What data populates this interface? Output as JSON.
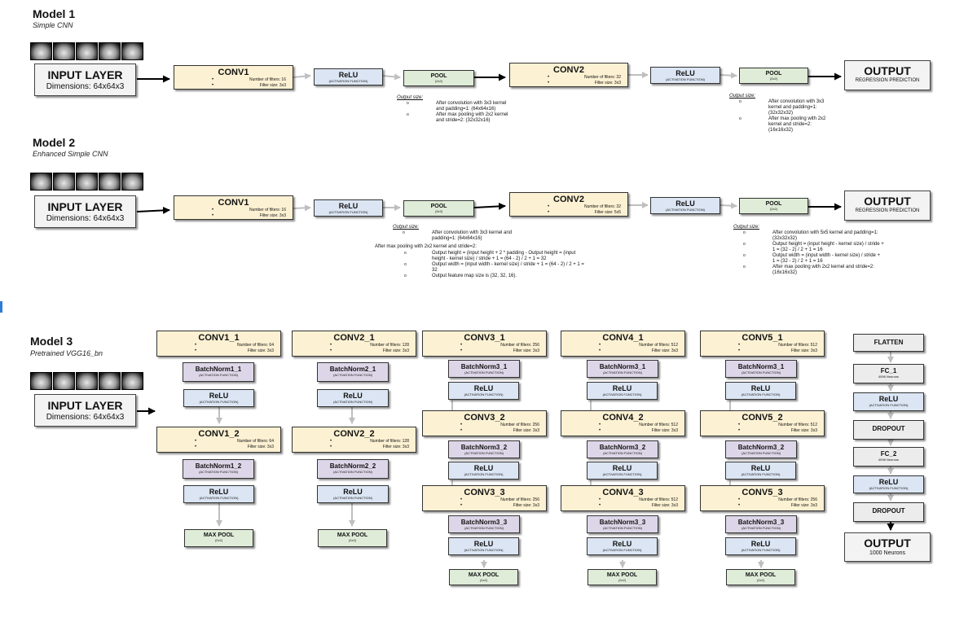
{
  "colors": {
    "conv": "#fcf1d2",
    "relu": "#dbe5f3",
    "batchnorm": "#ddd6e8",
    "pool": "#dfecd8",
    "io": "#f3f3f3",
    "arrow_light": "#bfbfbf",
    "arrow_dark": "#000000"
  },
  "icons": {
    "input_thumbnail": "grayscale-radial-image-icon"
  },
  "input_layer": {
    "title": "INPUT LAYER",
    "dims": "Dimensions: 64x64x3"
  },
  "relu_box": {
    "title": "ReLU",
    "sub": "(ACTIVATION FUNCTION)"
  },
  "model1": {
    "title": "Model 1",
    "subtitle": "Simple CNN",
    "conv1": {
      "title": "CONV1",
      "items": [
        "Number of filters: 16",
        "Filter size: 3x3"
      ]
    },
    "pool1": {
      "title": "POOL",
      "sub": "(2x2)"
    },
    "conv2": {
      "title": "CONV2",
      "items": [
        "Number of filters: 32",
        "Filter size: 3x3"
      ]
    },
    "pool2": {
      "title": "POOL",
      "sub": "(2x2)"
    },
    "output": {
      "title": "OUTPUT",
      "sub": "REGRESSION PREDICTION"
    },
    "note1": {
      "heading": "Output size:",
      "items": [
        "After convolution with 3x3 kernel and padding=1: (64x64x16)",
        "After max pooling with 2x2 kernel and stride=2: (32x32x16)"
      ]
    },
    "note2": {
      "heading": "Output size:",
      "items": [
        "After convolution with 3x3 kernel and padding=1: (32x32x32)",
        "After max pooling with 2x2 kernel and stride=2: (16x16x32)"
      ]
    }
  },
  "model2": {
    "title": "Model 2",
    "subtitle": "Enhanced Simple CNN",
    "conv1": {
      "title": "CONV1",
      "items": [
        "Number of filters: 16",
        "Filter size: 3x3"
      ]
    },
    "pool1": {
      "title": "POOL",
      "sub": "(3x3)"
    },
    "conv2": {
      "title": "CONV2",
      "items": [
        "Number of filters: 32",
        "Filter size: 5x5"
      ]
    },
    "pool2": {
      "title": "POOL",
      "sub": "(2x2)"
    },
    "output": {
      "title": "OUTPUT",
      "sub": "REGRESSION PREDICTION"
    },
    "note1": {
      "heading": "Output size:",
      "items": [
        "After convolution with 3x3 kernel and padding=1: (64x64x16)"
      ],
      "middle": "After max pooling with 2x2 kernel and stride=2:",
      "sub_items": [
        "Output height = (input height + 2 * padding - Output height = (input height - kernel size) / stride + 1 = (64 - 2) / 2 + 1 = 32",
        "Output width = (input width - kernel size) / stride + 1 = (64 - 2) / 2 + 1 = 32",
        "Output feature map size is (32, 32, 16)."
      ]
    },
    "note2": {
      "heading": "Output size:",
      "items": [
        "After convolution with 5x5 kernel and padding=1: (32x32x32)",
        "Output height = (input height - kernel size) / stride + 1 = (32 - 2) / 2 + 1 = 16",
        "Output width = (input width - kernel size) / stride + 1 = (32 - 2) / 2 + 1 = 16",
        "After max pooling with 2x2 kernel and stride=2: (16x16x32)"
      ]
    }
  },
  "model3": {
    "title": "Model 3",
    "subtitle": "Pretrained VGG16_bn",
    "maxpool": {
      "title": "MAX POOL",
      "sub": "(2x2)"
    },
    "blocks": [
      {
        "conv1": {
          "title": "CONV1_1",
          "items": [
            "Number of filters: 64",
            "Filter size: 3x3"
          ]
        },
        "bn1": "BatchNorm1_1",
        "conv2": {
          "title": "CONV1_2",
          "items": [
            "Number of filters: 64",
            "Filter size: 3x3"
          ]
        },
        "bn2": "BatchNorm1_2"
      },
      {
        "conv1": {
          "title": "CONV2_1",
          "items": [
            "Number of filters: 128",
            "Filter size: 3x3"
          ]
        },
        "bn1": "BatchNorm2_1",
        "conv2": {
          "title": "CONV2_2",
          "items": [
            "Number of filters: 128",
            "Filter size: 3x3"
          ]
        },
        "bn2": "BatchNorm2_2"
      },
      {
        "conv1": {
          "title": "CONV3_1",
          "items": [
            "Number of filters: 256",
            "Filter size: 3x3"
          ]
        },
        "bn1": "BatchNorm3_1",
        "conv2": {
          "title": "CONV3_2",
          "items": [
            "Number of filters: 256",
            "Filter size: 3x3"
          ]
        },
        "bn2": "BatchNorm3_2",
        "conv3": {
          "title": "CONV3_3",
          "items": [
            "Number of filters: 256",
            "Filter size: 3x3"
          ]
        },
        "bn3": "BatchNorm3_3"
      },
      {
        "conv1": {
          "title": "CONV4_1",
          "items": [
            "Number of filters: 512",
            "Filter size: 3x3"
          ]
        },
        "bn1": "BatchNorm3_1",
        "conv2": {
          "title": "CONV4_2",
          "items": [
            "Number of filters: 512",
            "Filter size: 3x3"
          ]
        },
        "bn2": "BatchNorm3_2",
        "conv3": {
          "title": "CONV4_3",
          "items": [
            "Number of filters: 512",
            "Filter size: 3x3"
          ]
        },
        "bn3": "BatchNorm3_3"
      },
      {
        "conv1": {
          "title": "CONV5_1",
          "items": [
            "Number of filters: 512",
            "Filter size: 3x3"
          ]
        },
        "bn1": "BatchNorm3_1",
        "conv2": {
          "title": "CONV5_2",
          "items": [
            "Number of filters: 512",
            "Filter size: 3x3"
          ]
        },
        "bn2": "BatchNorm3_2",
        "conv3": {
          "title": "CONV5_3",
          "items": [
            "Number of filters: 256",
            "Filter size: 3x3"
          ]
        },
        "bn3": "BatchNorm3_3"
      }
    ],
    "head": {
      "flatten": "FLATTEN",
      "fc1": {
        "title": "FC_1",
        "sub": "4096 Neurons"
      },
      "dropout1": "DROPOUT",
      "fc2": {
        "title": "FC_2",
        "sub": "4096 Neurons"
      },
      "dropout2": "DROPOUT",
      "output": {
        "title": "OUTPUT",
        "sub": "1000 Neurons"
      }
    }
  }
}
